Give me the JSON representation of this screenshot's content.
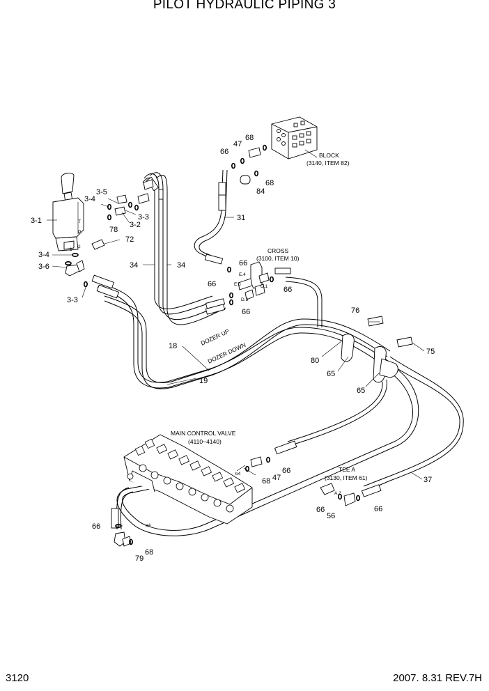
{
  "title": "PILOT HYDRAULIC PIPING 3",
  "footer": {
    "page_number": "3120",
    "revision": "2007. 8.31  REV.7H"
  },
  "component_labels": {
    "block": "BLOCK",
    "block_ref": "(3140, ITEM 82)",
    "cross": "CROSS",
    "cross_ref": "(3100, ITEM 10)",
    "mcv": "MAIN CONTROL VALVE",
    "mcv_ref": "(4110~4140)",
    "tee": "TEE A",
    "tee_ref": "(3130, ITEM 61)",
    "dozer_up": "DOZER UP",
    "dozer_down": "DOZER DOWN"
  },
  "port_labels": [
    "E.4",
    "E.3",
    "D.1",
    "D.3",
    "A.2",
    "b4",
    "a4",
    "T",
    "P",
    "1",
    "2"
  ],
  "callouts": [
    "68",
    "47",
    "66",
    "84",
    "68",
    "3-5",
    "3-4",
    "3-1",
    "3-3",
    "3-2",
    "78",
    "72",
    "3-4",
    "3-6",
    "3-3",
    "34",
    "34",
    "31",
    "66",
    "66",
    "66",
    "66",
    "76",
    "75",
    "18",
    "19",
    "80",
    "65",
    "65",
    "66",
    "47",
    "68",
    "37",
    "66",
    "56",
    "66",
    "66",
    "79",
    "68"
  ]
}
